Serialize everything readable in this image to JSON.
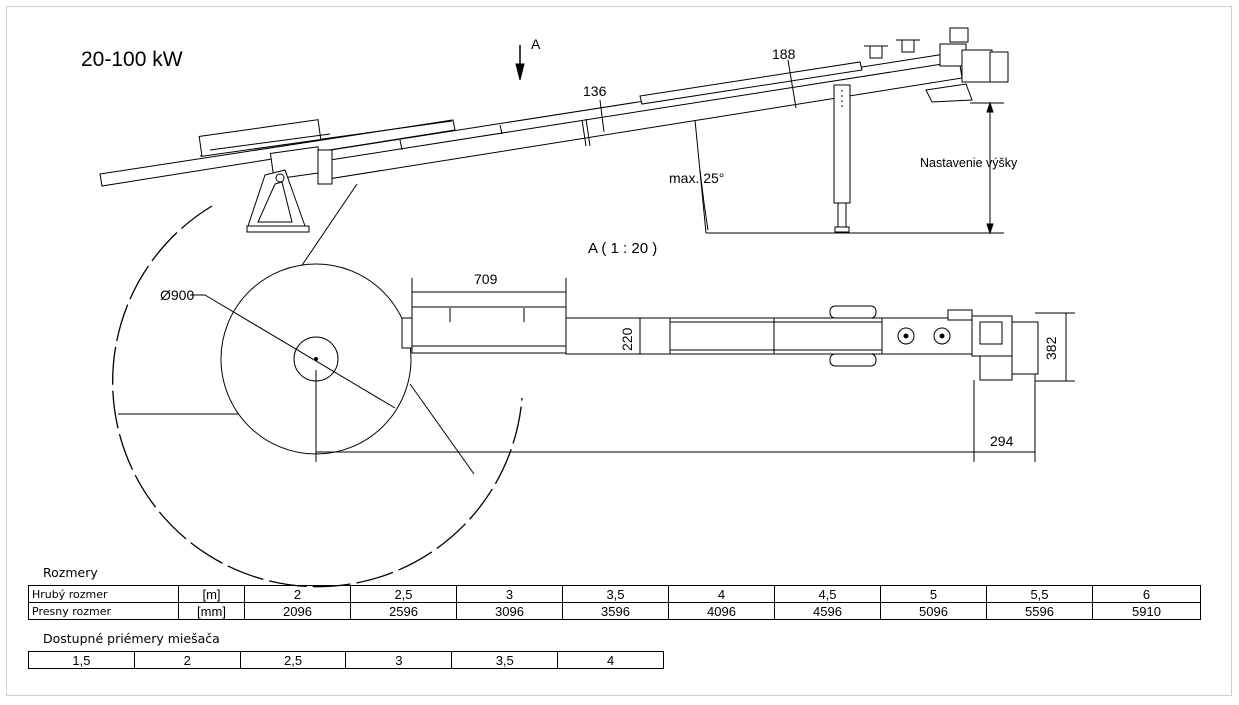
{
  "title": "20-100 kW",
  "view": {
    "arrow_label": "A",
    "dim_136": "136",
    "dim_188": "188",
    "angle_label": "max. 25°",
    "height_label": "Nastavenie výšky",
    "scale_caption": "A ( 1 : 20 )"
  },
  "plan": {
    "diameter_label": "Ø900",
    "dim_709": "709",
    "dim_220": "220",
    "dim_382": "382",
    "dim_294": "294"
  },
  "dimensions_table": {
    "heading": "Rozmery",
    "rows": [
      {
        "label": "Hrubý rozmer",
        "unit": "[m]",
        "values": [
          "2",
          "2,5",
          "3",
          "3,5",
          "4",
          "4,5",
          "5",
          "5,5",
          "6"
        ]
      },
      {
        "label": "Presny rozmer",
        "unit": "[mm]",
        "values": [
          "2096",
          "2596",
          "3096",
          "3596",
          "4096",
          "4596",
          "5096",
          "5596",
          "5910"
        ]
      }
    ]
  },
  "diameters_table": {
    "heading": "Dostupné priémery miešača",
    "values": [
      "1,5",
      "2",
      "2,5",
      "3",
      "3,5",
      "4"
    ]
  }
}
